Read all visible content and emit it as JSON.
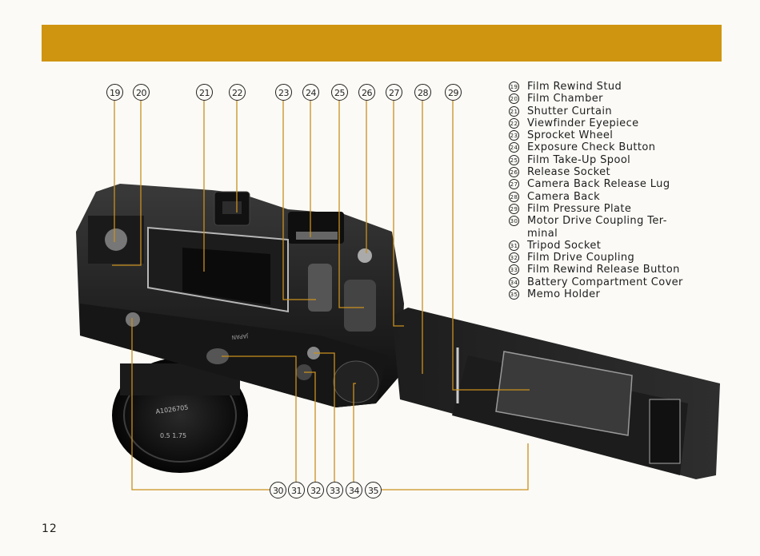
{
  "page_number": "12",
  "colors": {
    "header_bar": "#cf9410",
    "leader_lines": "#c9901e"
  },
  "photo": {
    "description_icon": "camera-back-open-photo",
    "engraving": {
      "serial": "A1026705",
      "lens_marks": "0.5  1.75",
      "brand": "JAPAN"
    }
  },
  "top_callouts": [
    "19",
    "20",
    "21",
    "22",
    "23",
    "24",
    "25",
    "26",
    "27",
    "28",
    "29"
  ],
  "bottom_callouts": [
    "30",
    "31",
    "32",
    "33",
    "34",
    "35"
  ],
  "legend": [
    {
      "num": "19",
      "label": "Film Rewind Stud"
    },
    {
      "num": "20",
      "label": "Film Chamber"
    },
    {
      "num": "21",
      "label": "Shutter Curtain"
    },
    {
      "num": "22",
      "label": "Viewfinder Eyepiece"
    },
    {
      "num": "23",
      "label": "Sprocket Wheel"
    },
    {
      "num": "24",
      "label": "Exposure Check Button"
    },
    {
      "num": "25",
      "label": "Film Take-Up Spool"
    },
    {
      "num": "26",
      "label": "Release Socket"
    },
    {
      "num": "27",
      "label": "Camera Back Release Lug"
    },
    {
      "num": "28",
      "label": "Camera Back"
    },
    {
      "num": "29",
      "label": "Film Pressure Plate"
    },
    {
      "num": "30",
      "label": "Motor Drive Coupling Ter-\nminal"
    },
    {
      "num": "31",
      "label": "Tripod Socket"
    },
    {
      "num": "32",
      "label": "Film Drive Coupling"
    },
    {
      "num": "33",
      "label": "Film Rewind Release Button"
    },
    {
      "num": "34",
      "label": "Battery Compartment Cover"
    },
    {
      "num": "35",
      "label": "Memo Holder"
    }
  ]
}
